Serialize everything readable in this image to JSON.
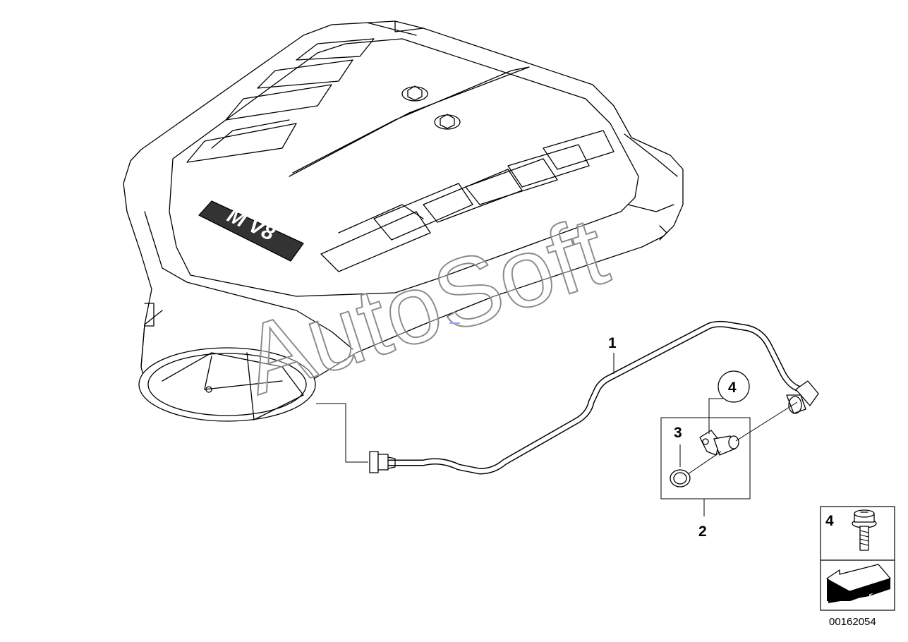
{
  "diagram": {
    "watermark": "AutoSoft",
    "emblem": "M V8",
    "drawing_number": "00162054",
    "callouts": {
      "hose": "1",
      "kit": "2",
      "seal": "3",
      "screw_ref": "4",
      "legend_screw": "4"
    }
  }
}
